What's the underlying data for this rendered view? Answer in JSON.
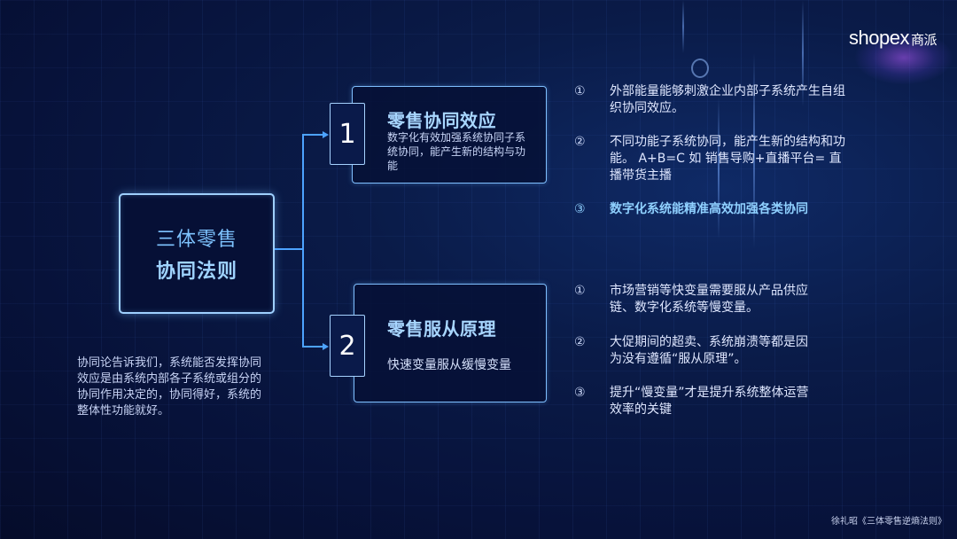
{
  "logo": {
    "brand": "shopex",
    "cn": "商派"
  },
  "center": {
    "line1": "三体零售",
    "line2": "协同法则"
  },
  "left_desc": "协同论告诉我们，系统能否发挥协同效应是由系统内部各子系统或组分的协同作用决定的，协同得好，系统的整体性功能就好。",
  "item1": {
    "number": "1",
    "title": "零售协同效应",
    "desc": "数字化有效加强系统协同子系统协同，能产生新的结构与功能"
  },
  "item2": {
    "number": "2",
    "title": "零售服从原理",
    "desc": "快速变量服从缓慢变量"
  },
  "points1": [
    {
      "num": "①",
      "text": "外部能量能够刺激企业内部子系统产生自组织协同效应。"
    },
    {
      "num": "②",
      "text": "不同功能子系统协同，能产生新的结构和功能。 A+B=C 如 销售导购+直播平台= 直播带货主播"
    },
    {
      "num": "③",
      "text": "数字化系统能精准高效加强各类协同"
    }
  ],
  "points2": [
    {
      "num": "①",
      "text": "市场营销等快变量需要服从产品供应链、数字化系统等慢变量。"
    },
    {
      "num": "②",
      "text": "大促期间的超卖、系统崩溃等都是因为没有遵循“服从原理”。"
    },
    {
      "num": "③",
      "text": "提升“慢变量”才是提升系统整体运营效率的关键"
    }
  ],
  "footer": "徐礼昭《三体零售逆熵法则》",
  "colors": {
    "accent": "#4da3ff",
    "title": "#a8d6ff",
    "background": "#07123a"
  }
}
